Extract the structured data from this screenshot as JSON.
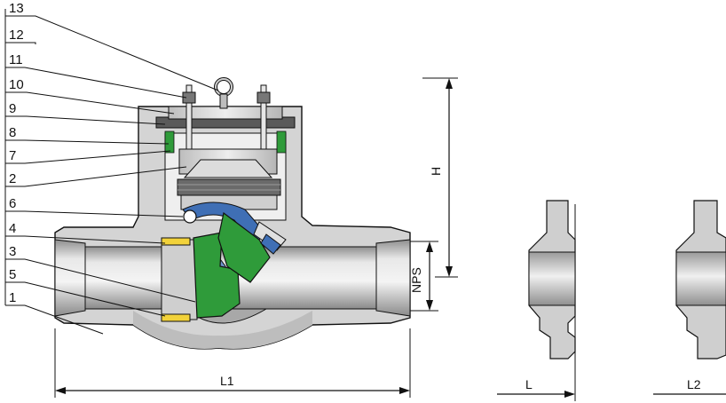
{
  "callouts": [
    "13",
    "12",
    "11",
    "10",
    "9",
    "8",
    "7",
    "2",
    "6",
    "4",
    "3",
    "5",
    "1"
  ],
  "dimensions": {
    "l1": "L1",
    "h": "H",
    "nps": "NPS",
    "l": "L",
    "l2": "L2"
  },
  "colors": {
    "body": "#d2d2d2",
    "body_dark": "#9c9c9c",
    "bore": "#cfcfcf",
    "disc_green": "#2f9b3a",
    "hinge_blue": "#3f6fb5",
    "seat_yellow": "#f2d23a",
    "line": "#111111"
  }
}
